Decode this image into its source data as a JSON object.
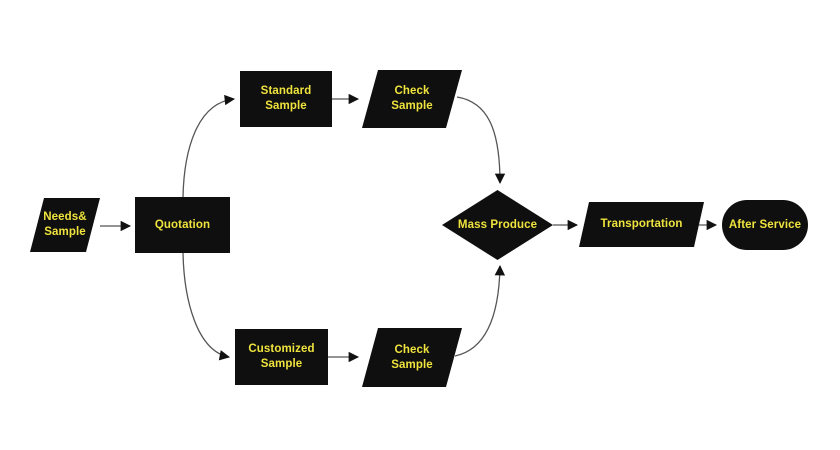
{
  "diagram": {
    "type": "flowchart",
    "background_color": "#ffffff",
    "node_fill_color": "#0f0f0f",
    "node_text_color": "#efe33d",
    "connector_color": "#555555",
    "arrowhead_color": "#111111",
    "nodes": {
      "needs_sample": {
        "line1": "Needs&",
        "line2": "Sample",
        "shape": "parallelogram"
      },
      "quotation": {
        "line1": "Quotation",
        "shape": "rectangle"
      },
      "standard_sample": {
        "line1": "Standard",
        "line2": "Sample",
        "shape": "rectangle"
      },
      "check_sample_top": {
        "line1": "Check",
        "line2": "Sample",
        "shape": "parallelogram"
      },
      "customized_sample": {
        "line1": "Customized",
        "line2": "Sample",
        "shape": "rectangle"
      },
      "check_sample_bottom": {
        "line1": "Check",
        "line2": "Sample",
        "shape": "parallelogram"
      },
      "mass_produce": {
        "line1": "Mass Produce",
        "shape": "diamond"
      },
      "transportation": {
        "line1": "Transportation",
        "shape": "parallelogram"
      },
      "after_service": {
        "line1": "After Service",
        "shape": "stadium"
      }
    },
    "edges": [
      {
        "from": "needs_sample",
        "to": "quotation"
      },
      {
        "from": "quotation",
        "to": "standard_sample"
      },
      {
        "from": "standard_sample",
        "to": "check_sample_top"
      },
      {
        "from": "check_sample_top",
        "to": "mass_produce"
      },
      {
        "from": "quotation",
        "to": "customized_sample"
      },
      {
        "from": "customized_sample",
        "to": "check_sample_bottom"
      },
      {
        "from": "check_sample_bottom",
        "to": "mass_produce"
      },
      {
        "from": "mass_produce",
        "to": "transportation"
      },
      {
        "from": "transportation",
        "to": "after_service"
      }
    ]
  }
}
